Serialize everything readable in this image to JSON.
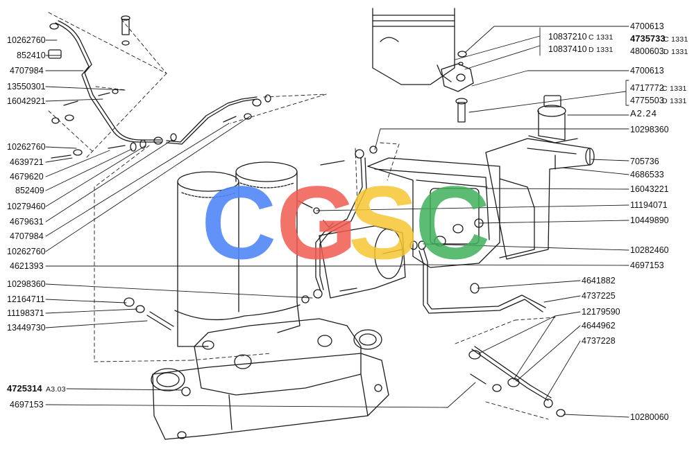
{
  "diagram": {
    "left_labels": [
      {
        "id": "l1",
        "text": "10262760"
      },
      {
        "id": "l2",
        "text": "852410"
      },
      {
        "id": "l3",
        "text": "4707984"
      },
      {
        "id": "l4",
        "text": "13550301"
      },
      {
        "id": "l5",
        "text": "16042921"
      },
      {
        "id": "l6",
        "text": "10262760"
      },
      {
        "id": "l7",
        "text": "4639721"
      },
      {
        "id": "l8",
        "text": "4679620"
      },
      {
        "id": "l9",
        "text": "852409"
      },
      {
        "id": "l10",
        "text": "10279460"
      },
      {
        "id": "l11",
        "text": "4679631"
      },
      {
        "id": "l12",
        "text": "4707984"
      },
      {
        "id": "l13",
        "text": "10262760"
      },
      {
        "id": "l14",
        "text": "4621393"
      },
      {
        "id": "l15",
        "text": "10298360"
      },
      {
        "id": "l16",
        "text": "12164711"
      },
      {
        "id": "l17",
        "text": "11198371"
      },
      {
        "id": "l18",
        "text": "13449730"
      },
      {
        "id": "l19",
        "text": "4725314",
        "suffix": "A3.03"
      },
      {
        "id": "l20",
        "text": "4697153"
      }
    ],
    "right_labels": [
      {
        "id": "r1",
        "text": "4700613"
      },
      {
        "id": "r2",
        "text": "4735733",
        "suffix": "C 1331"
      },
      {
        "id": "r3",
        "text": "4800603",
        "suffix": "D 1331"
      },
      {
        "id": "r4",
        "text": "4700613"
      },
      {
        "id": "r5",
        "text": "4717772",
        "suffix": "C 1331"
      },
      {
        "id": "r6",
        "text": "4775503",
        "suffix": "D 1331"
      },
      {
        "id": "r7",
        "text": "10298360"
      },
      {
        "id": "r8",
        "text": "705736"
      },
      {
        "id": "r9",
        "text": "4686533"
      },
      {
        "id": "r10",
        "text": "16043221"
      },
      {
        "id": "r11",
        "text": "11194071"
      },
      {
        "id": "r12",
        "text": "10449890"
      },
      {
        "id": "r13",
        "text": "10282460"
      },
      {
        "id": "r14",
        "text": "4697153"
      },
      {
        "id": "r15",
        "text": "4641882"
      },
      {
        "id": "r16",
        "text": "4737225"
      },
      {
        "id": "r17",
        "text": "12179590"
      },
      {
        "id": "r18",
        "text": "4644962"
      },
      {
        "id": "r19",
        "text": "4737228"
      },
      {
        "id": "r20",
        "text": "10280060"
      }
    ],
    "bracket_labels": [
      {
        "id": "b1",
        "text": "10837210",
        "suffix": "C 1331"
      },
      {
        "id": "b2",
        "text": "10837410",
        "suffix": "D 1331"
      }
    ],
    "reference": "A2.24",
    "watermark": {
      "letters": [
        "C",
        "G",
        "S",
        "C"
      ],
      "colors": [
        "#4f86f7",
        "#ee5b50",
        "#f7c531",
        "#3fb05a"
      ]
    }
  }
}
